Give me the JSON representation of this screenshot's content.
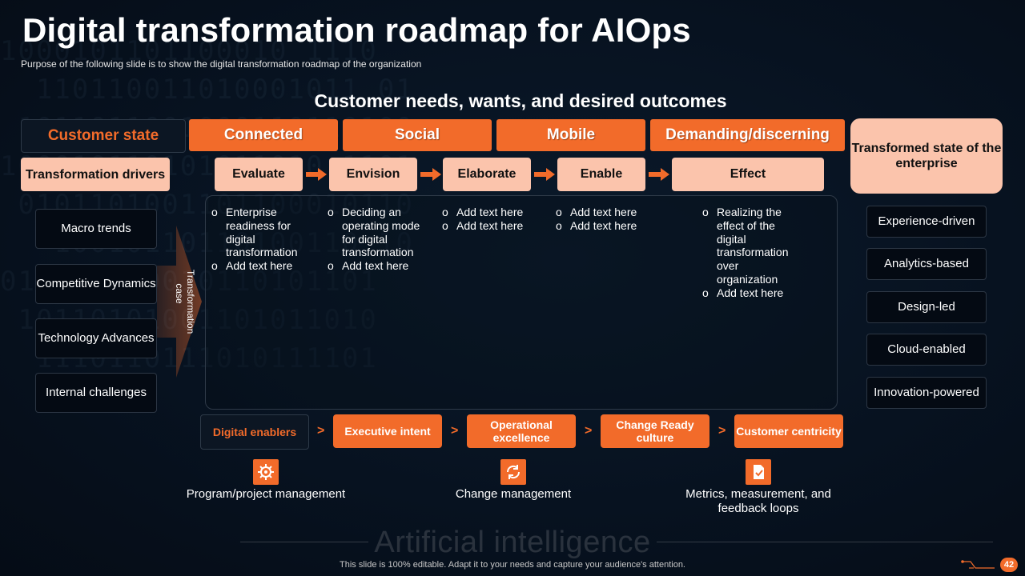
{
  "title": "Digital transformation roadmap for AIOps",
  "subtitle": "Purpose of the following slide is to show the digital transformation roadmap of the organization",
  "heading": "Customer needs, wants, and desired outcomes",
  "customer_state": "Customer state",
  "categories": [
    "Connected",
    "Social",
    "Mobile",
    "Demanding/discerning"
  ],
  "transformation_drivers": "Transformation drivers",
  "stages": [
    "Evaluate",
    "Envision",
    "Elaborate",
    "Enable",
    "Effect"
  ],
  "transformed_state": "Transformed state of the enterprise",
  "left_items": [
    "Macro trends",
    "Competitive Dynamics",
    "Technology Advances",
    "Internal challenges"
  ],
  "transformation_case": "Transformation case",
  "columns": [
    [
      "Enterprise readiness for digital transformation",
      "Add text here"
    ],
    [
      "Deciding an operating mode for digital transformation",
      "Add text here"
    ],
    [
      "Add text here",
      "Add text here"
    ],
    [
      "Add text here",
      "Add text here"
    ],
    [
      "Realizing the effect of the digital transformation over organization",
      "Add text here"
    ]
  ],
  "right_items": [
    "Experience-driven",
    "Analytics-based",
    "Design-led",
    "Cloud-enabled",
    "Innovation-powered"
  ],
  "enablers": [
    "Digital enablers",
    "Executive intent",
    "Operational excellence",
    "Change Ready culture",
    "Customer centricity"
  ],
  "management": [
    "Program/project management",
    "Change management",
    "Metrics, measurement, and feedback loops"
  ],
  "footer_word": "Artificial intelligence",
  "footer_note": "This slide is 100% editable. Adapt it to your needs and capture your audience's attention.",
  "page_number": "42",
  "colors": {
    "accent": "#f26b2a",
    "peach": "#fbc4ac",
    "background": "#071220"
  },
  "icons": [
    "gear-icon",
    "refresh-cycle-icon",
    "document-check-icon"
  ]
}
